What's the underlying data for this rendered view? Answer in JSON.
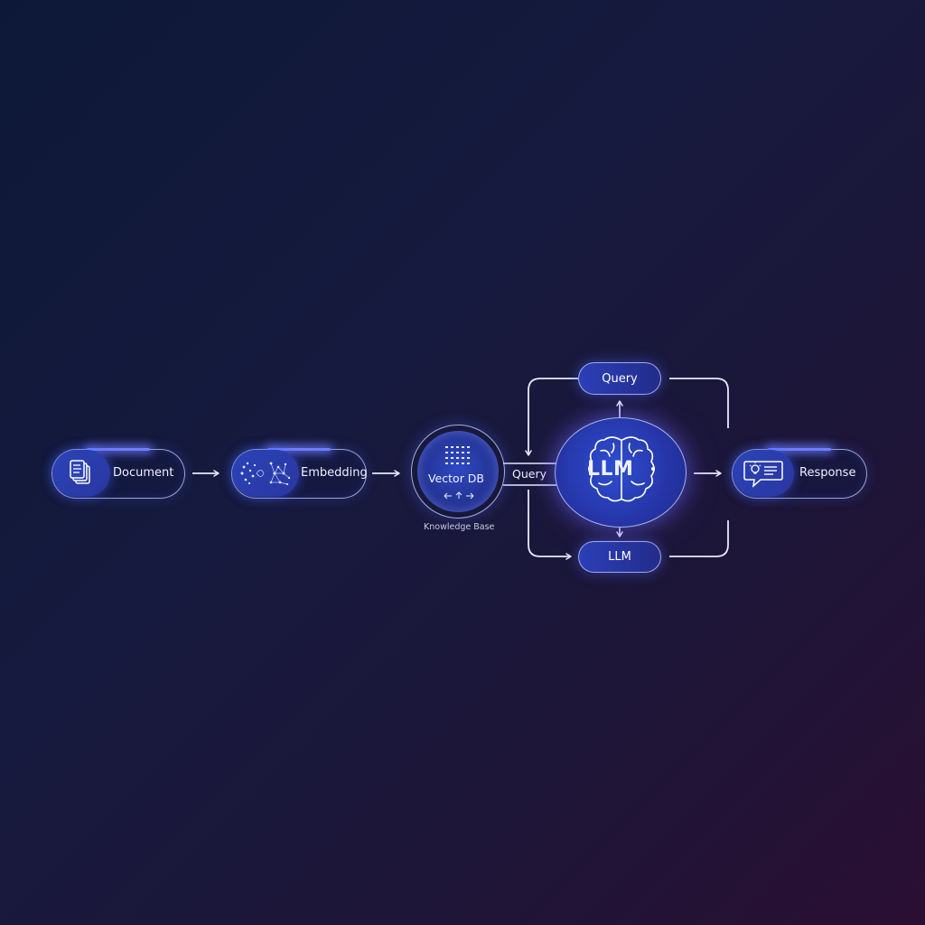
{
  "nodes": {
    "document": {
      "label": "Document"
    },
    "embedding": {
      "label": "Embedding"
    },
    "vector_db": {
      "label": "Vector DB",
      "caption": "Knowledge Base"
    },
    "query_connector": {
      "label": "Query"
    },
    "llm_core": {
      "label": "LLM"
    },
    "query_top": {
      "label": "Query"
    },
    "llm_bottom": {
      "label": "LLM"
    },
    "response": {
      "label": "Response"
    }
  },
  "icons": {
    "document": "document-stack-icon",
    "embedding": "embedding-network-icon",
    "vector_db": "vector-grid-icon",
    "llm": "brain-icon",
    "response": "chat-bubble-idea-icon"
  },
  "colors": {
    "accent": "#6f7dff",
    "node_fill": "#2a44b8",
    "line": "#e8ebff"
  }
}
